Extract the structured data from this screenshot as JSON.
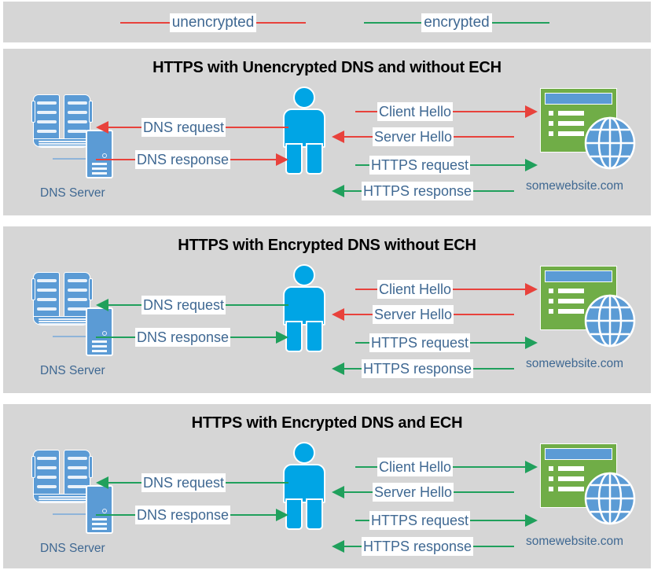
{
  "colors": {
    "unencrypted": "#e8423c",
    "encrypted": "#20a05c",
    "panel_bg": "#d6d6d6",
    "label_text": "#3f6892",
    "title_text": "#000000",
    "person": "#00a5e5",
    "browser_green": "#70ad47",
    "browser_blue": "#5b9bd5"
  },
  "legend": {
    "items": [
      {
        "label": "unencrypted",
        "color_key": "unencrypted"
      },
      {
        "label": "encrypted",
        "color_key": "encrypted"
      }
    ]
  },
  "nodes": {
    "dns_server_label": "DNS Server",
    "website_label": "somewebsite.com"
  },
  "panels": [
    {
      "title": "HTTPS with Unencrypted DNS and without ECH",
      "dns_messages": [
        {
          "label": "DNS request",
          "direction": "left",
          "color_key": "unencrypted"
        },
        {
          "label": "DNS response",
          "direction": "right",
          "color_key": "unencrypted"
        }
      ],
      "web_messages": [
        {
          "label": "Client Hello",
          "direction": "right",
          "color_key": "unencrypted"
        },
        {
          "label": "Server Hello",
          "direction": "left",
          "color_key": "unencrypted"
        },
        {
          "label": "HTTPS request",
          "direction": "right",
          "color_key": "encrypted"
        },
        {
          "label": "HTTPS response",
          "direction": "left",
          "color_key": "encrypted"
        }
      ]
    },
    {
      "title": "HTTPS with Encrypted DNS without ECH",
      "dns_messages": [
        {
          "label": "DNS request",
          "direction": "left",
          "color_key": "encrypted"
        },
        {
          "label": "DNS response",
          "direction": "right",
          "color_key": "encrypted"
        }
      ],
      "web_messages": [
        {
          "label": "Client Hello",
          "direction": "right",
          "color_key": "unencrypted"
        },
        {
          "label": "Server Hello",
          "direction": "left",
          "color_key": "unencrypted"
        },
        {
          "label": "HTTPS request",
          "direction": "right",
          "color_key": "encrypted"
        },
        {
          "label": "HTTPS response",
          "direction": "left",
          "color_key": "encrypted"
        }
      ]
    },
    {
      "title": "HTTPS with Encrypted DNS and ECH",
      "dns_messages": [
        {
          "label": "DNS request",
          "direction": "left",
          "color_key": "encrypted"
        },
        {
          "label": "DNS response",
          "direction": "right",
          "color_key": "encrypted"
        }
      ],
      "web_messages": [
        {
          "label": "Client Hello",
          "direction": "right",
          "color_key": "encrypted"
        },
        {
          "label": "Server Hello",
          "direction": "left",
          "color_key": "encrypted"
        },
        {
          "label": "HTTPS request",
          "direction": "right",
          "color_key": "encrypted"
        },
        {
          "label": "HTTPS response",
          "direction": "left",
          "color_key": "encrypted"
        }
      ]
    }
  ],
  "icons": {
    "dns_server": "book-and-server-icon",
    "website": "browser-window-globe-icon",
    "client": "person-icon"
  }
}
